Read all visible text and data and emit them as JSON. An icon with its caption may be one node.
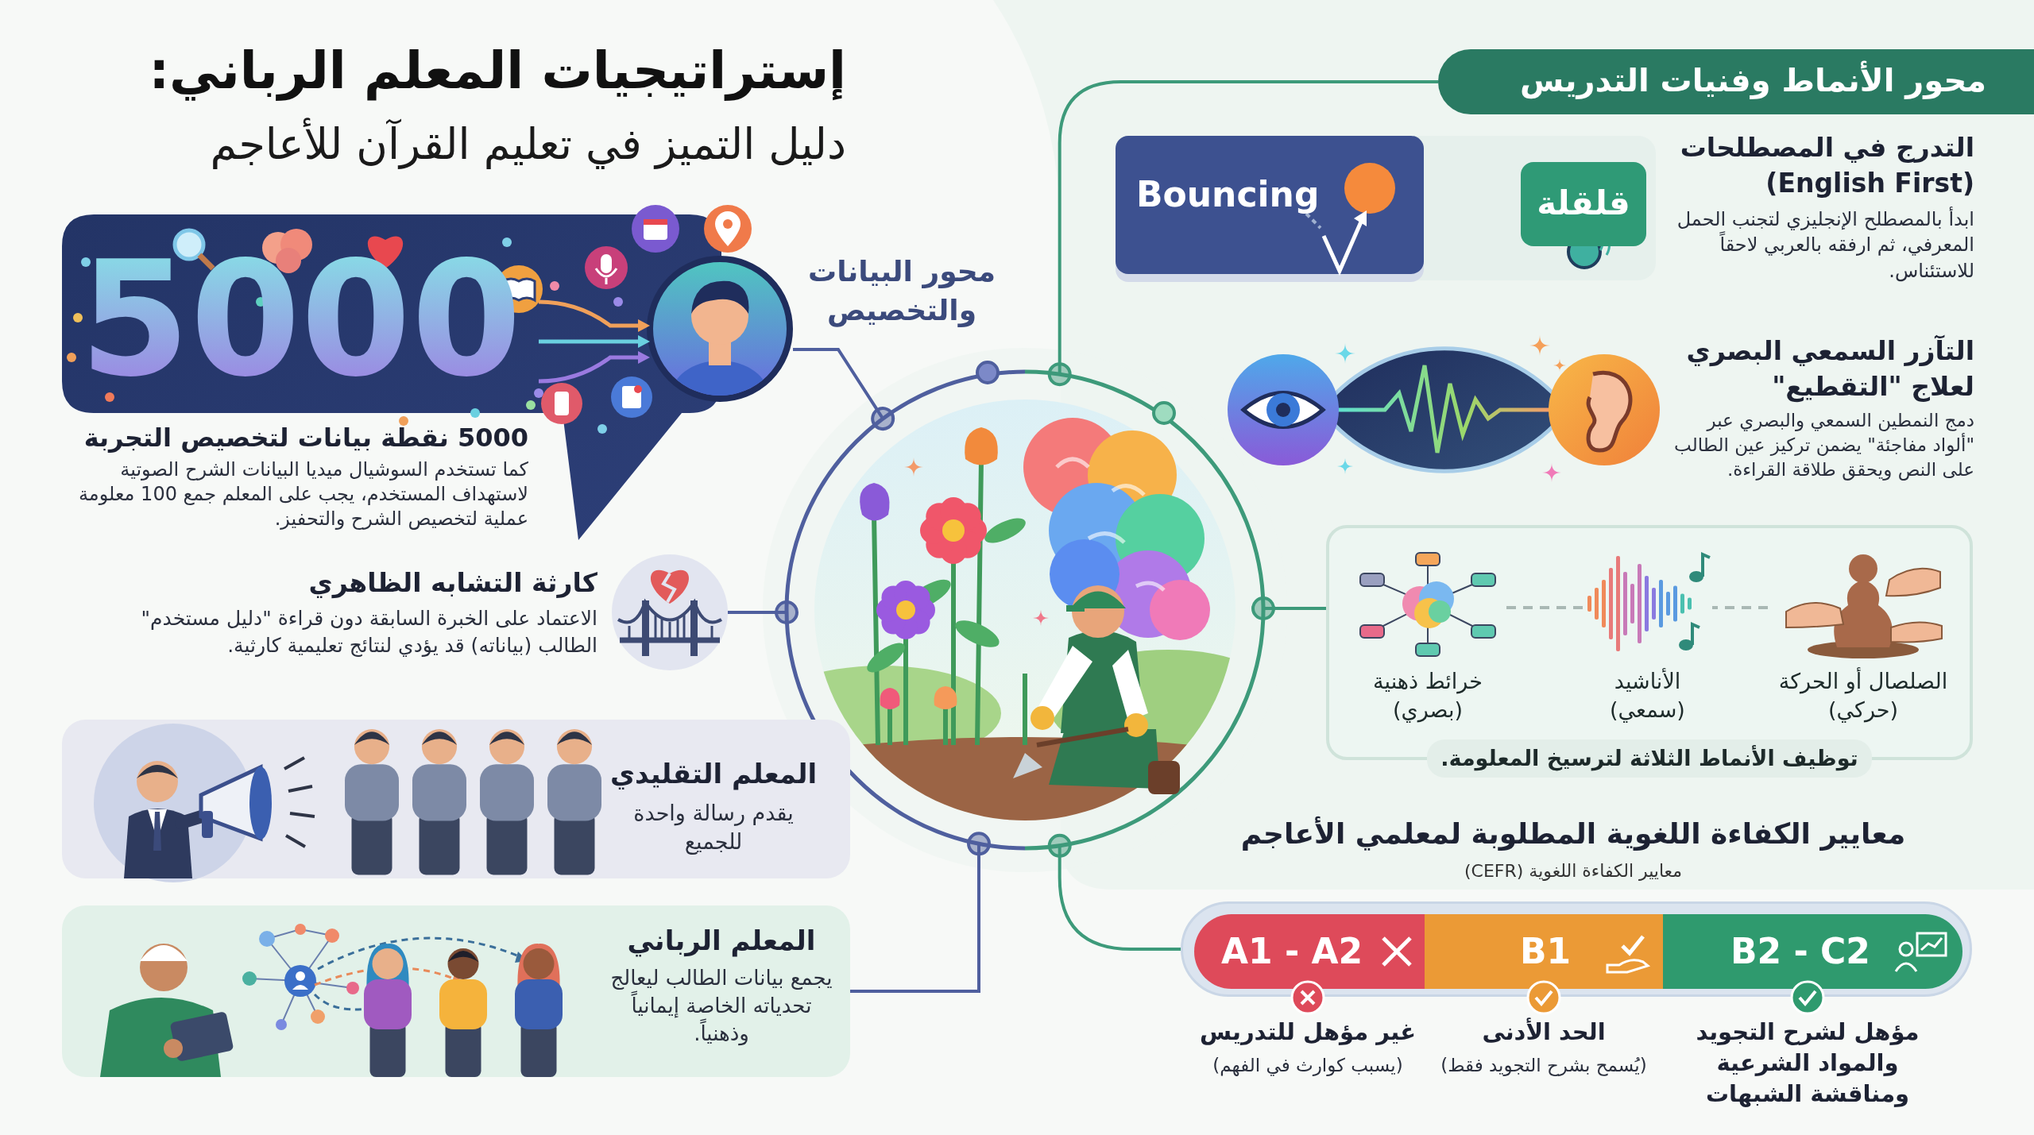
{
  "diagram": {
    "title": "إستراتيجيات المعلم الرباني:",
    "nodes": [
      {
        "text": [],
        "shape": "picture"
      },
      {
        "text": [
          "5000",
          "5000 نقطة بيانات لتخصيص التجربة",
          "كما تستخدم السوشيال ميديا البيانات الشرح الصوتية لاستهداف المستخدم، يجب على المعلم جمع 100 معلومة عملية لتخصيص الشرح والتحفيز."
        ]
      },
      {
        "text": [],
        "shape": "picture",
        "beside": [
          "كارثة التشابه الظاهري",
          "الاعتماد على الخبرة السابقة دون قراءة \"دليل مستخدم\" الطالب (بياناته) قد يؤدي لنتائج تعليمية كارثية."
        ]
      },
      {
        "text": [
          "المعلم التقليدي",
          "يقدم رسالة واحدة للجميع"
        ]
      },
      {
        "text": [
          "المعلم الرباني",
          "يجمع بيانات الطالب ليعالج تحدياته الخاصة إيمانياً وذهنياً."
        ]
      },
      {
        "text": [
          "محور الأنماط وفنيات التدريس"
        ]
      },
      {
        "text": [],
        "shape": "box",
        "beside": [
          "التدرج في المصطلحات (English First)",
          "ابدأ بالمصطلح الإنجليزي لتجنب الحمل المعرفي، ثم ارفقه بالعربي لاحقاً للاستئناس."
        ]
      },
      {
        "text": [
          "Bouncing"
        ],
        "in": 6
      },
      {
        "text": [
          "قلقلة"
        ],
        "in": 6
      },
      {
        "text": [],
        "shape": "picture",
        "beside": [
          "التآزر السمعي البصري لعلاج \"التقطيع\"",
          "دمج النمطين السمعي والبصري عبر \"ألواد مفاجئة\" يضمن تركيز عين الطالب على النص ويحقق طلاقة القراءة."
        ]
      },
      {
        "text": [
          "توظيف الأنماط الثلاثة لترسيخ المعلومة."
        ]
      },
      {
        "text": [
          "الصلصال أو الحركة (حركي)"
        ],
        "in": 10
      },
      {
        "text": [
          "الأناشيد (سمعي)"
        ],
        "in": 10
      },
      {
        "text": [
          "خرائط ذهنية (بصري)"
        ],
        "in": 10
      },
      {
        "text": [],
        "shape": "bar"
      },
      {
        "text": [
          "A1 - A2"
        ],
        "in": 14,
        "beside": [
          "غير مؤهل للتدريس",
          "(يسبب كوارث في الفهم)"
        ]
      },
      {
        "text": [
          "B1"
        ],
        "in": 14,
        "beside": [
          "الحد الأدنى",
          "(يُسمح بشرح التجويد فقط)"
        ]
      },
      {
        "text": [
          "B2 - C2"
        ],
        "in": 14,
        "beside": [
          "مؤهل لشرح التجويد والمواد الشرعية ومناقشة الشبهات"
        ]
      }
    ],
    "edges": [
      {
        "from": 0,
        "to": 1,
        "arrow": "other"
      },
      {
        "from": 0,
        "to": 2,
        "arrow": "other"
      },
      {
        "from": 0,
        "to": 4,
        "arrow": "other"
      },
      {
        "from": 0,
        "to": 5,
        "arrow": "other",
        "color": "#3d9a7a"
      },
      {
        "from": 0,
        "to": 10,
        "arrow": "other",
        "color": "#3d9a7a"
      },
      {
        "from": 0,
        "to": 14,
        "arrow": "other",
        "color": "#3d9a7a"
      },
      {
        "from": 11,
        "to": 12,
        "arrow": "none",
        "style": "dashed",
        "color": "#a9b8b4"
      },
      {
        "from": 12,
        "to": 13,
        "arrow": "none",
        "style": "dashed",
        "color": "#a9b8b4"
      }
    ],
    "labels": [
      "دليل التميز في تعليم القرآن للأعاجم",
      "محور البيانات والتخصيص",
      "معايير الكفاءة اللغوية المطلوبة لمعلمي الأعاجم",
      "معايير الكفاءة اللغوية (CEFR)"
    ]
  }
}
